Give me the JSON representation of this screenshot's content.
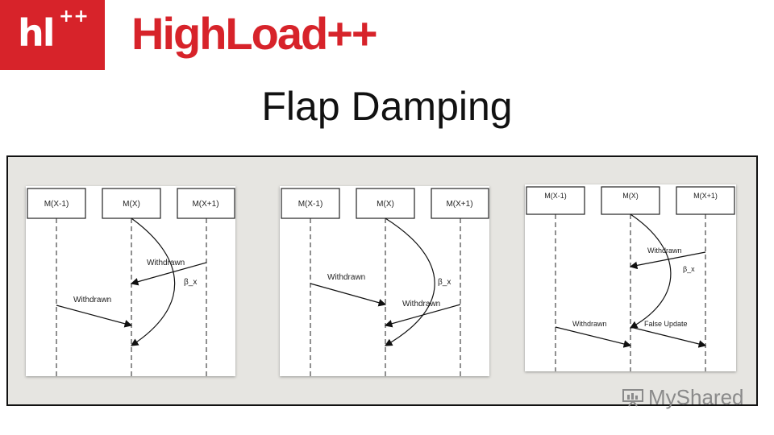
{
  "logo": {
    "mark": "hl",
    "mark_plus": "++",
    "wordmark": "HighLoad++"
  },
  "title": "Flap Damping",
  "panels": [
    {
      "lifelines": [
        "M(X-1)",
        "M(X)",
        "M(X+1)"
      ],
      "messages": [
        "Withdrawn",
        "Withdrawn"
      ],
      "timer_label": "β_x"
    },
    {
      "lifelines": [
        "M(X-1)",
        "M(X)",
        "M(X+1)"
      ],
      "messages": [
        "Withdrawn",
        "Withdrawn"
      ],
      "timer_label": "β_x"
    },
    {
      "lifelines": [
        "M(X-1)",
        "M(X)",
        "M(X+1)"
      ],
      "messages": [
        "Withdrawn",
        "Withdrawn",
        "False Update"
      ],
      "timer_label": "β_x"
    }
  ],
  "watermark": "MyShared",
  "colors": {
    "brand_red": "#d7232a",
    "frame_bg": "#e6e5e1"
  }
}
